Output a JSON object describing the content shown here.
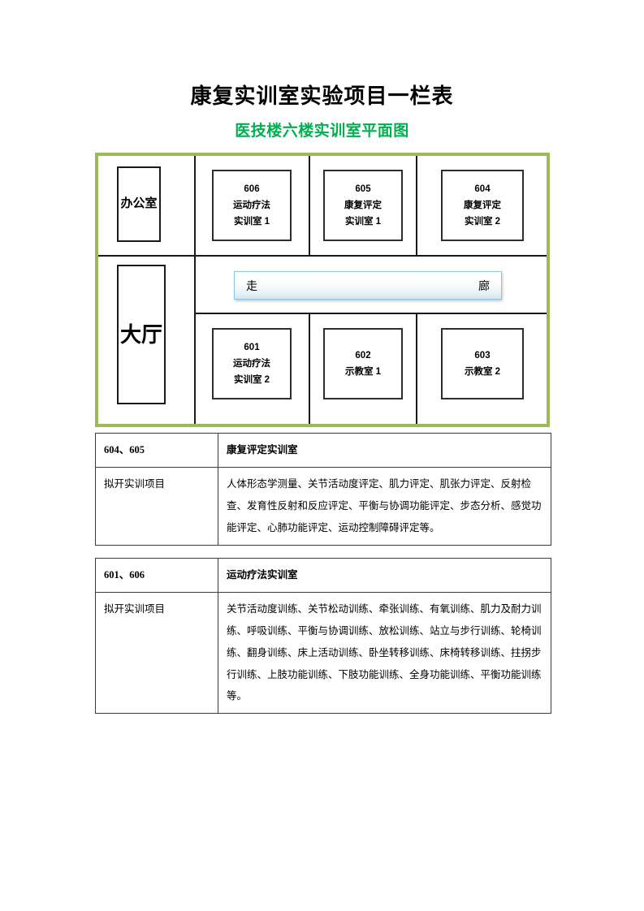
{
  "document": {
    "title": "康复实训室实验项目一栏表",
    "subtitle": "医技楼六楼实训室平面图"
  },
  "floorplan": {
    "frame_color": "#9bbb59",
    "left_column": {
      "office": "办公室",
      "lobby": "大厅"
    },
    "corridor": {
      "left_label": "走",
      "right_label": "廊",
      "border_color": "#8ec6de"
    },
    "top_rooms": [
      {
        "number": "606",
        "line1": "运动疗法",
        "line2": "实训室 1"
      },
      {
        "number": "605",
        "line1": "康复评定",
        "line2": "实训室 1"
      },
      {
        "number": "604",
        "line1": "康复评定",
        "line2": "实训室 2"
      }
    ],
    "bottom_rooms": [
      {
        "number": "601",
        "line1": "运动疗法",
        "line2": "实训室 2"
      },
      {
        "number": "602",
        "line1": "示教室 1",
        "line2": ""
      },
      {
        "number": "603",
        "line1": "示教室 2",
        "line2": ""
      }
    ]
  },
  "tables": [
    {
      "room_numbers": "604、605",
      "room_name": "康复评定实训室",
      "items_label": "拟开实训项目",
      "items_text": "人体形态学测量、关节活动度评定、肌力评定、肌张力评定、反射检查、发育性反射和反应评定、平衡与协调功能评定、步态分析、感觉功能评定、心肺功能评定、运动控制障碍评定等。"
    },
    {
      "room_numbers": "601、606",
      "room_name": "运动疗法实训室",
      "items_label": "拟开实训项目",
      "items_text": "关节活动度训练、关节松动训练、牵张训练、有氧训练、肌力及耐力训练、呼吸训练、平衡与协调训练、放松训练、站立与步行训练、轮椅训练、翻身训练、床上活动训练、卧坐转移训练、床椅转移训练、拄拐步行训练、上肢功能训练、下肢功能训练、全身功能训练、平衡功能训练等。"
    }
  ]
}
